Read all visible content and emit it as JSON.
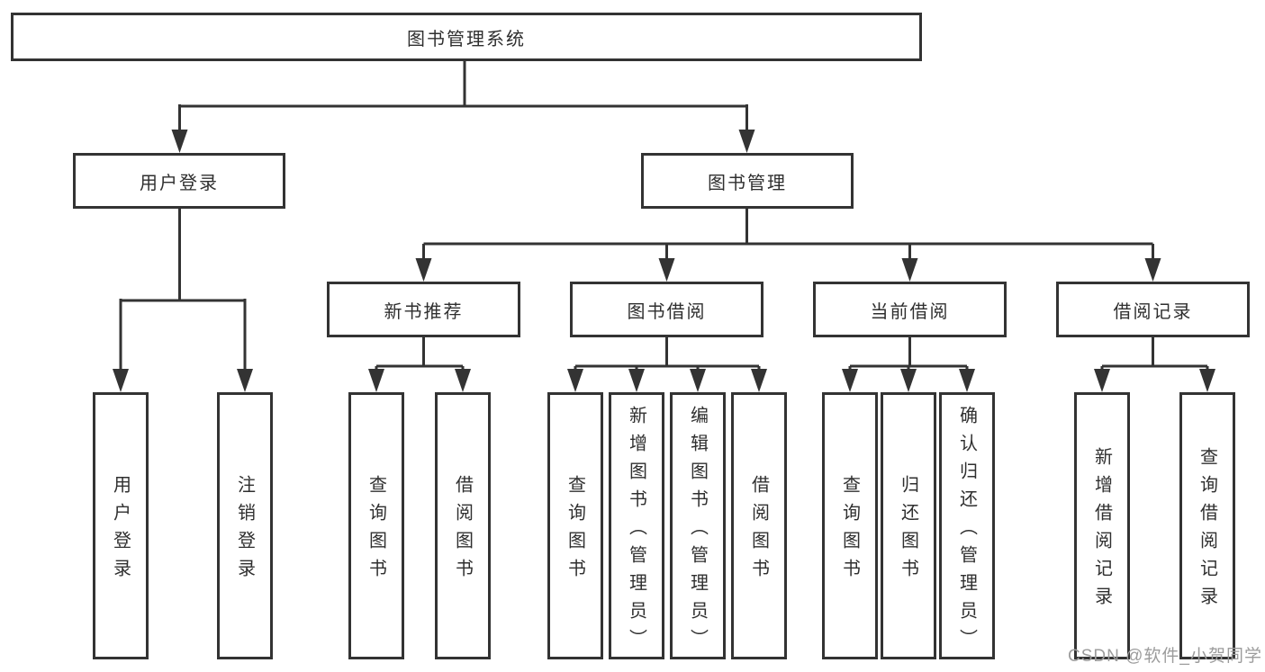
{
  "diagram": {
    "root": {
      "label": "图书管理系统"
    },
    "branches": [
      {
        "label": "用户登录"
      },
      {
        "label": "图书管理"
      }
    ],
    "modules": [
      {
        "label": "新书推荐"
      },
      {
        "label": "图书借阅"
      },
      {
        "label": "当前借阅"
      },
      {
        "label": "借阅记录"
      }
    ],
    "leaves": {
      "login": [
        "用户登录",
        "注销登录"
      ],
      "recommend": [
        "查询图书",
        "借阅图书"
      ],
      "borrow": [
        "查询图书",
        "新增图书（管理员）",
        "编辑图书（管理员）",
        "借阅图书"
      ],
      "current": [
        "查询图书",
        "归还图书",
        "确认归还（管理员）"
      ],
      "records": [
        "新增借阅记录",
        "查询借阅记录"
      ]
    }
  },
  "watermark": {
    "text": "CSDN @软件_小贺同学"
  },
  "colors": {
    "line": "#333333",
    "text": "#2f2f2f",
    "background": "#ffffff",
    "watermark": "#9c9c9c"
  }
}
